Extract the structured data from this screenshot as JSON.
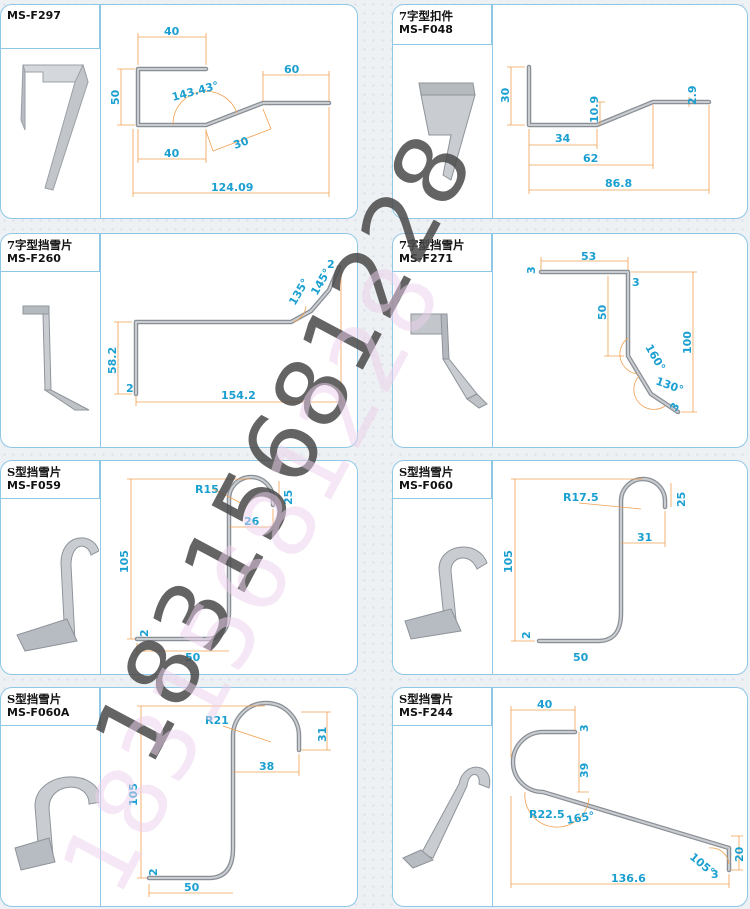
{
  "cards": [
    {
      "type": "",
      "code": "MS-F297",
      "dims": [
        "40",
        "60",
        "50",
        "143.43°",
        "30",
        "40",
        "124.09"
      ]
    },
    {
      "type": "7字型扣件",
      "code": "MS-F048",
      "dims": [
        "30",
        "10.9",
        "2.9",
        "34",
        "62",
        "86.8"
      ]
    },
    {
      "type": "7字型挡雪片",
      "code": "MS-F260",
      "dims": [
        "135°",
        "145°",
        "2",
        "58.2",
        "2",
        "154.2"
      ]
    },
    {
      "type": "7字型挡雪片",
      "code": "MS-F271",
      "dims": [
        "53",
        "3",
        "3",
        "50",
        "100",
        "160°",
        "130°",
        "3"
      ]
    },
    {
      "type": "S型挡雪片",
      "code": "MS-F059",
      "dims": [
        "R15",
        "25",
        "26",
        "105",
        "2",
        "50"
      ]
    },
    {
      "type": "S型挡雪片",
      "code": "MS-F060",
      "dims": [
        "R17.5",
        "25",
        "31",
        "105",
        "2",
        "50"
      ]
    },
    {
      "type": "S型挡雪片",
      "code": "MS-F060A",
      "dims": [
        "R21",
        "31",
        "38",
        "105",
        "2",
        "50"
      ]
    },
    {
      "type": "S型挡雪片",
      "code": "MS-F244",
      "dims": [
        "40",
        "3",
        "39",
        "R22.5",
        "165°",
        "105°",
        "20",
        "136.6",
        "3"
      ]
    }
  ],
  "watermark": "18315681228",
  "colors": {
    "border": "#8fc8e6",
    "dimension_text": "#1a9fd0",
    "dimension_line": "#f0a050",
    "profile": "#8a8f96",
    "watermark": "#ecd0ec"
  }
}
